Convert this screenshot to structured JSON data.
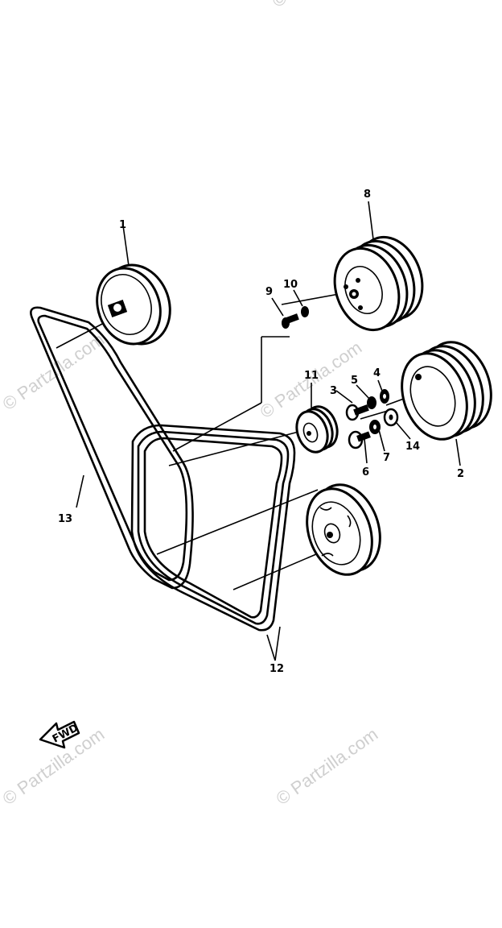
{
  "watermark": "© Partzilla.com",
  "fwd_label": "FWD",
  "callouts": [
    {
      "id": "c1",
      "text": "1"
    },
    {
      "id": "c2",
      "text": "2"
    },
    {
      "id": "c3",
      "text": "3"
    },
    {
      "id": "c4",
      "text": "4"
    },
    {
      "id": "c5",
      "text": "5"
    },
    {
      "id": "c6",
      "text": "6"
    },
    {
      "id": "c7",
      "text": "7"
    },
    {
      "id": "c8",
      "text": "8"
    },
    {
      "id": "c9",
      "text": "9"
    },
    {
      "id": "c10",
      "text": "10"
    },
    {
      "id": "c11",
      "text": "11"
    },
    {
      "id": "c12",
      "text": "12"
    },
    {
      "id": "c13",
      "text": "13"
    },
    {
      "id": "c14",
      "text": "14"
    }
  ]
}
